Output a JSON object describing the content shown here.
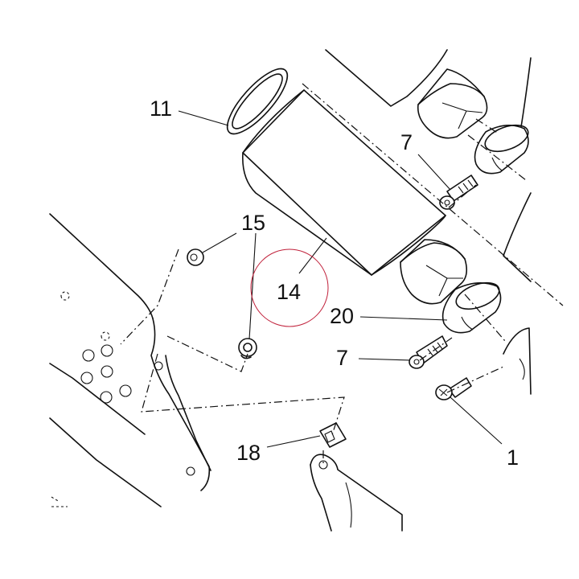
{
  "diagram": {
    "callouts": {
      "c1": "1",
      "c7a": "7",
      "c7b": "7",
      "c11": "11",
      "c14": "14",
      "c15": "15",
      "c18": "18",
      "c20": "20"
    },
    "highlight_color": "#c0203a"
  }
}
